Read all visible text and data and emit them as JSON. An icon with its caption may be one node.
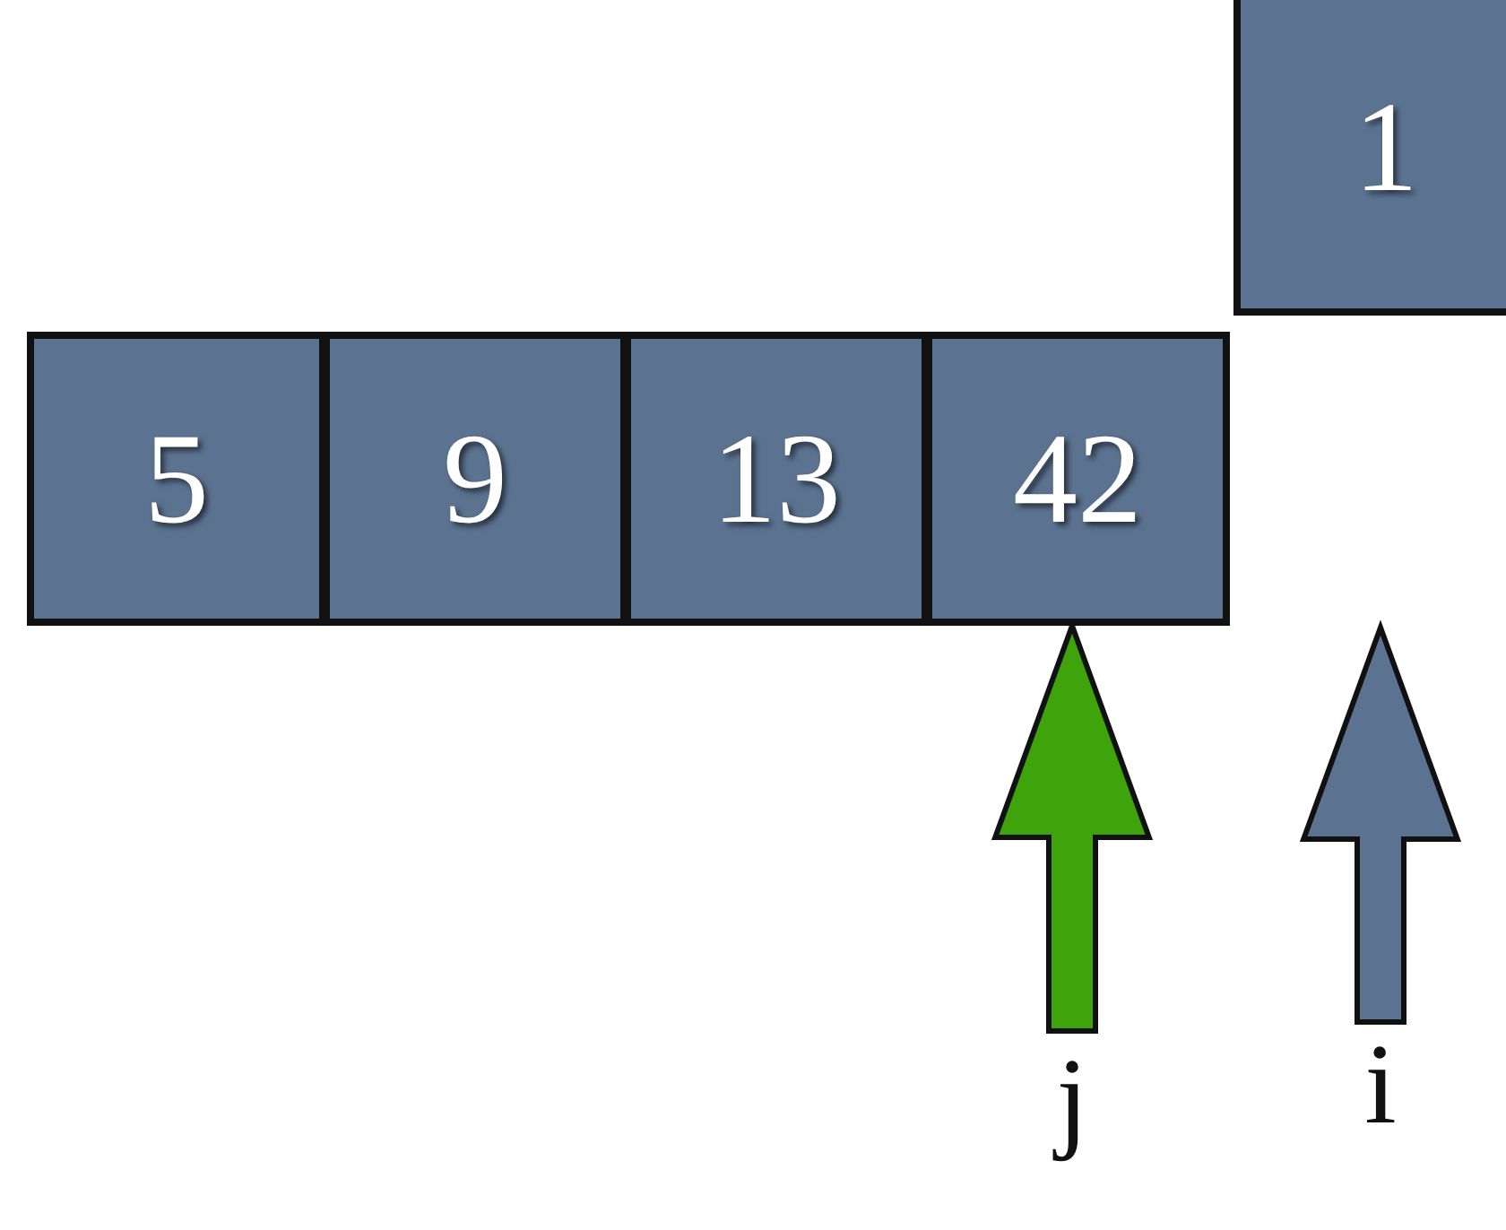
{
  "diagram": {
    "nodes": [
      {
        "text": [
          "1"
        ]
      },
      {
        "text": [
          "5"
        ]
      },
      {
        "text": [
          "9"
        ]
      },
      {
        "text": [
          "13"
        ]
      },
      {
        "text": [
          "42"
        ]
      },
      {
        "text": [
          "j"
        ]
      },
      {
        "text": [
          "i"
        ]
      }
    ],
    "edges": [
      {
        "from": 5,
        "to": 4,
        "arrow": "to",
        "style": "thick",
        "color": "#3fa40c"
      },
      {
        "from": 6,
        "to": null,
        "arrow": "to",
        "style": "thick"
      }
    ]
  }
}
